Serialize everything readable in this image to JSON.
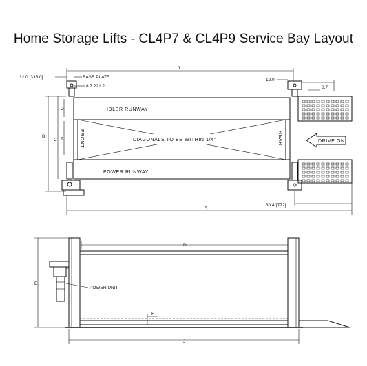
{
  "title": "Home Storage Lifts - CL4P7 & CL4P9 Service Bay Layout",
  "plan_view": {
    "dim_left_top": "12.0 [335.0]",
    "dim_base_plate": "BASE PLATE",
    "dim_base_plate_value": "8.7 221.2",
    "dim_right_top": "12.0",
    "dim_right_top_b": "8.7",
    "dim_overall_width": "J",
    "dim_b": "B",
    "dim_c": "C",
    "dim_d_small": "D",
    "dim_t": "T",
    "dim_a": "A",
    "dim_rear_offset": "30.4\"[772]",
    "idler_runway": "IDLER RUNWAY",
    "power_runway": "POWER RUNWAY",
    "diagonals_note": "DIAGONALS TO BE WITHIN 1/4\"",
    "front_label": "FRONT",
    "rear_label": "REAR",
    "drive_on": "DRIVE ON"
  },
  "elevation_view": {
    "dim_d": "D",
    "dim_e": "E",
    "dim_f": "F",
    "dim_j": "J",
    "power_unit": "POWER UNIT"
  }
}
